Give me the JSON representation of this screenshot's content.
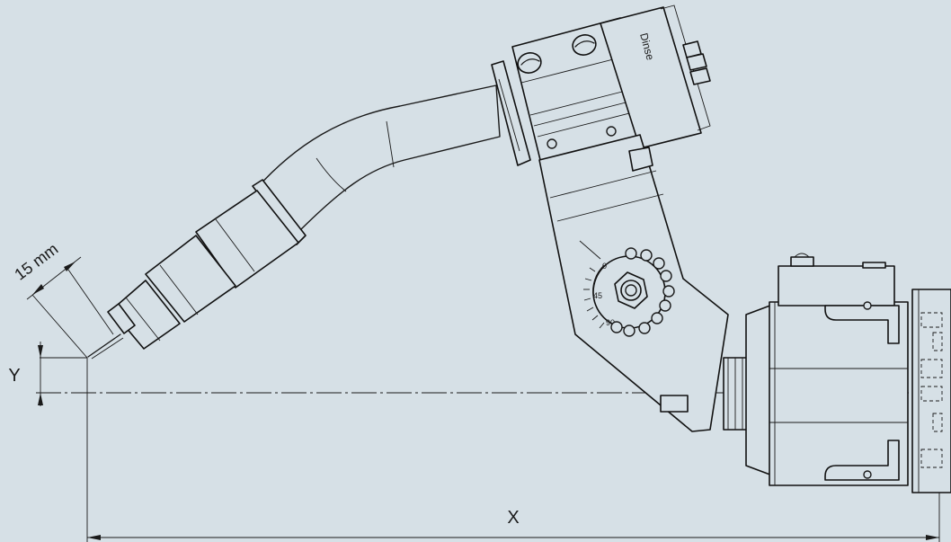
{
  "dimensions": {
    "distance_label": "15 mm",
    "y_label": "Y",
    "x_label": "X"
  },
  "scale_marks": {
    "mark_0": "0",
    "mark_45": "45",
    "mark_90": "90"
  },
  "brand_text": "Dinse"
}
